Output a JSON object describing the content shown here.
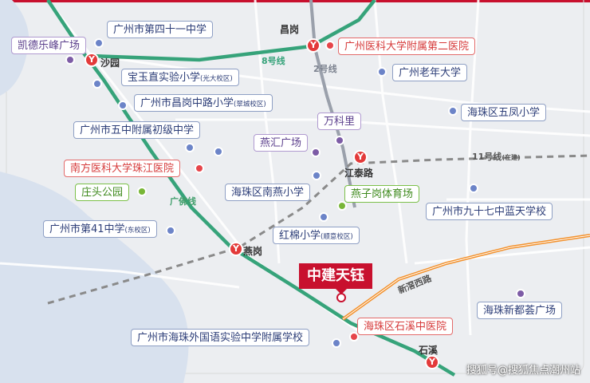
{
  "labels": {
    "kaide": "凯德乐峰广场",
    "gz4": "广州市第四十一中学",
    "baoyu_a": "宝玉直实验小学",
    "baoyu_b": "(光大校区)",
    "changgang_a": "广州市昌岗中路小学",
    "changgang_b": "(翠城校区)",
    "wuzhong": "广州市五中附属初级中学",
    "nanfang": "南方医科大学珠江医院",
    "zhuangtou": "庄头公园",
    "gz41": "广州市第41中学",
    "gz41_b": "(东校区)",
    "waiguoyu": "广州市海珠外国语实验中学附属学校",
    "gzyk2": "广州医科大学附属第二医院",
    "laonian": "广州老年大学",
    "wufeng": "海珠区五凤小学",
    "wankeli": "万科里",
    "yanhui": "燕汇广场",
    "nanyan": "海珠区南燕小学",
    "yanzigang": "燕子岗体育场",
    "gz97": "广州市九十七中蓝天学校",
    "hongmian": "红棉小学",
    "hongmian_b": "(顺意校区)",
    "xinduhui": "海珠新都荟广场",
    "shixi_hosp": "海珠区石溪中医院"
  },
  "stations": {
    "shayuan": "沙园",
    "changgang": "昌岗",
    "jiangtai": "江泰路",
    "yangang": "燕岗",
    "shixi": "石溪"
  },
  "lines": {
    "line8": "8号线",
    "line2": "2号线",
    "line11": "11号线",
    "line11_note": "(在建)",
    "guangfo": "广佛线",
    "xinjiao": "新滘西路"
  },
  "project": "中建天钰",
  "watermark": "搜狐号@搜狐焦点潮州站",
  "colors": {
    "line8": "#36a37a",
    "line2": "#9aa0ab",
    "guangfo": "#3f9e6a",
    "line11": "#9a9a9a",
    "xinjiao": "#f2902b",
    "hospital": "#e6454a",
    "school": "#6c84c8",
    "park": "#78b637",
    "plaza": "#7d5ca6",
    "project": "#c8102e"
  }
}
